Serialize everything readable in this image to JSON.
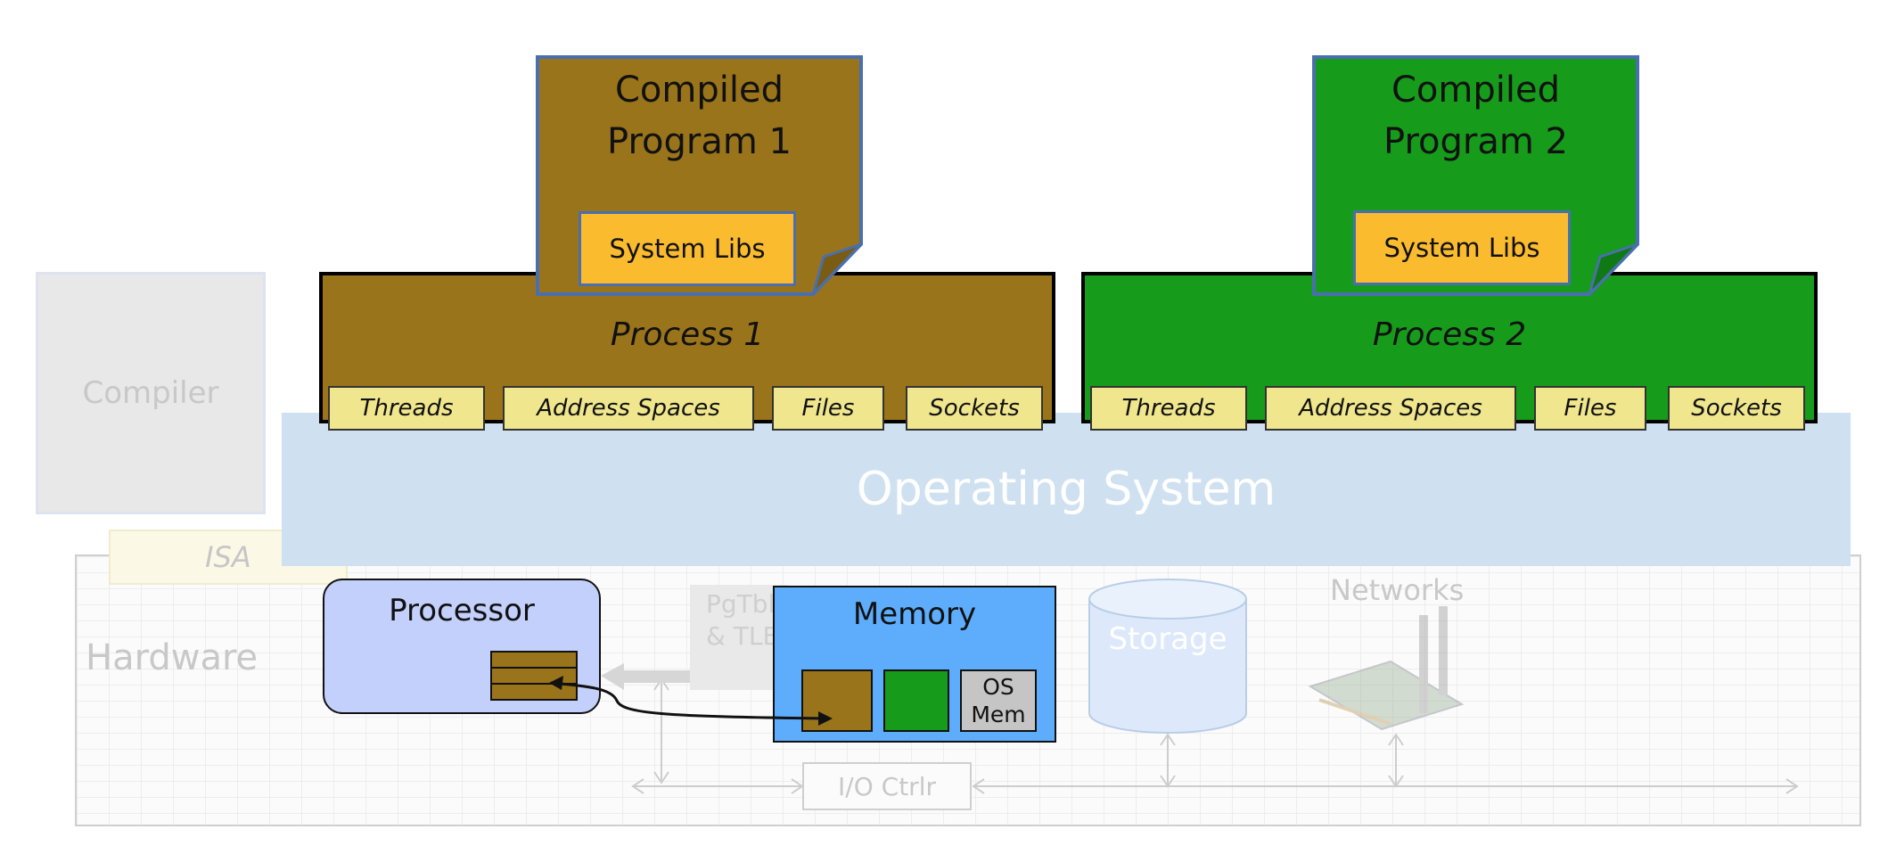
{
  "compiler_label": "Compiler",
  "isa_label": "ISA",
  "os_label": "Operating System",
  "hardware_label": "Hardware",
  "programs": [
    {
      "title_line1": "Compiled",
      "title_line2": "Program 1",
      "libs_label": "System Libs",
      "color": "#9a741a"
    },
    {
      "title_line1": "Compiled",
      "title_line2": "Program 2",
      "libs_label": "System Libs",
      "color": "#169b1b"
    }
  ],
  "processes": [
    {
      "title": "Process 1",
      "resources": [
        "Threads",
        "Address Spaces",
        "Files",
        "Sockets"
      ],
      "color": "#9a741a"
    },
    {
      "title": "Process 2",
      "resources": [
        "Threads",
        "Address Spaces",
        "Files",
        "Sockets"
      ],
      "color": "#169b1b"
    }
  ],
  "processor_label": "Processor",
  "pgtbl_label_line1": "PgTbl",
  "pgtbl_label_line2": "& TLB",
  "memory": {
    "label": "Memory",
    "os_mem_line1": "OS",
    "os_mem_line2": "Mem"
  },
  "storage_label": "Storage",
  "networks_label": "Networks",
  "io_ctrl_label": "I/O Ctrlr",
  "colors": {
    "process1": "#9a741a",
    "process2": "#169b1b",
    "system_libs": "#fbbb2e",
    "os": "#cfe1f1",
    "memory": "#5dadfc",
    "processor": "#c3d0fb",
    "resource": "#efe68d"
  }
}
